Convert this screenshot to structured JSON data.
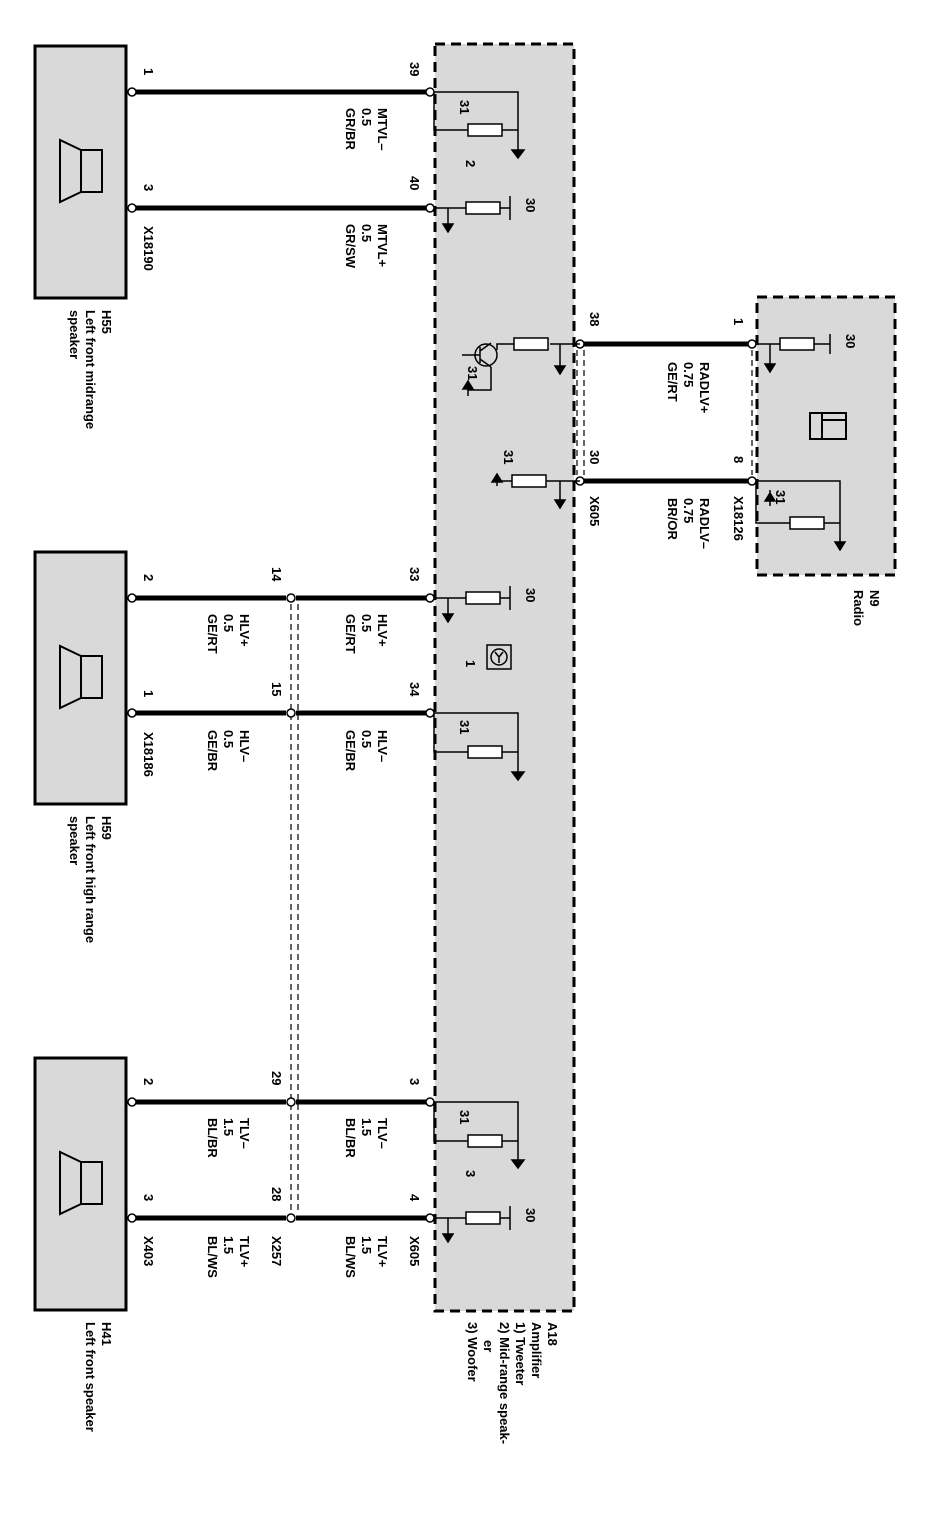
{
  "connectors": {
    "x18190": "X18190",
    "x18186": "X18186",
    "x403": "X403",
    "x257": "X257",
    "x605_top": "X605",
    "x605_bottom": "X605",
    "x18126": "X18126"
  },
  "components": {
    "h55": {
      "id": "H55",
      "line1": "Left front midrange",
      "line2": "speaker"
    },
    "h59": {
      "id": "H59",
      "line1": "Left front high range",
      "line2": "speaker"
    },
    "h41": {
      "id": "H41",
      "line1": "Left front speaker"
    },
    "a18": {
      "id": "A18",
      "name": "Amplifier",
      "l1": "1) Tweeter",
      "l2": "2) Mid-range speak-",
      "l2b": "er",
      "l3": "3) Woofer"
    },
    "n9": {
      "id": "N9",
      "name": "Radio"
    }
  },
  "wires": {
    "mtvl_minus": {
      "name": "MTVL–",
      "size": "0.5",
      "color": "GR/BR"
    },
    "mtvl_plus": {
      "name": "MTVL+",
      "size": "0.5",
      "color": "GR/SW"
    },
    "radlv_plus": {
      "name": "RADLV+",
      "size": "0.75",
      "color": "GE/RT"
    },
    "radlv_minus": {
      "name": "RADLV–",
      "size": "0.75",
      "color": "BR/OR"
    },
    "hlv_plus_in": {
      "name": "HLV+",
      "size": "0.5",
      "color": "GE/RT"
    },
    "hlv_plus_out": {
      "name": "HLV+",
      "size": "0.5",
      "color": "GE/RT"
    },
    "hlv_minus_in": {
      "name": "HLV–",
      "size": "0.5",
      "color": "GE/BR"
    },
    "hlv_minus_out": {
      "name": "HLV–",
      "size": "0.5",
      "color": "GE/BR"
    },
    "tlv_minus_in": {
      "name": "TLV–",
      "size": "1.5",
      "color": "BL/BR"
    },
    "tlv_minus_out": {
      "name": "TLV–",
      "size": "1.5",
      "color": "BL/BR"
    },
    "tlv_plus_in": {
      "name": "TLV+",
      "size": "1.5",
      "color": "BL/WS"
    },
    "tlv_plus_out": {
      "name": "TLV+",
      "size": "1.5",
      "color": "BL/WS"
    }
  },
  "pins": {
    "h55_1": "1",
    "h55_3": "3",
    "a18_39": "39",
    "a18_40": "40",
    "a18_38": "38",
    "a18_30": "30",
    "n9_1": "1",
    "n9_8": "8",
    "h59_2": "2",
    "h59_1": "1",
    "x257_14": "14",
    "x257_15": "15",
    "a18_33": "33",
    "a18_34": "34",
    "h41_2": "2",
    "h41_3": "3",
    "x257_29": "29",
    "x257_28": "28",
    "a18_3": "3",
    "a18_4": "4"
  },
  "terminals": {
    "r1": "31",
    "r1_ref": "2",
    "r2": "30",
    "r3": "31",
    "r4": "31",
    "r5": "30",
    "r6": "31",
    "r7": "30",
    "r8": "31",
    "r8_ref": "1",
    "r9": "31",
    "r9_ref": "3",
    "r10": "30"
  }
}
